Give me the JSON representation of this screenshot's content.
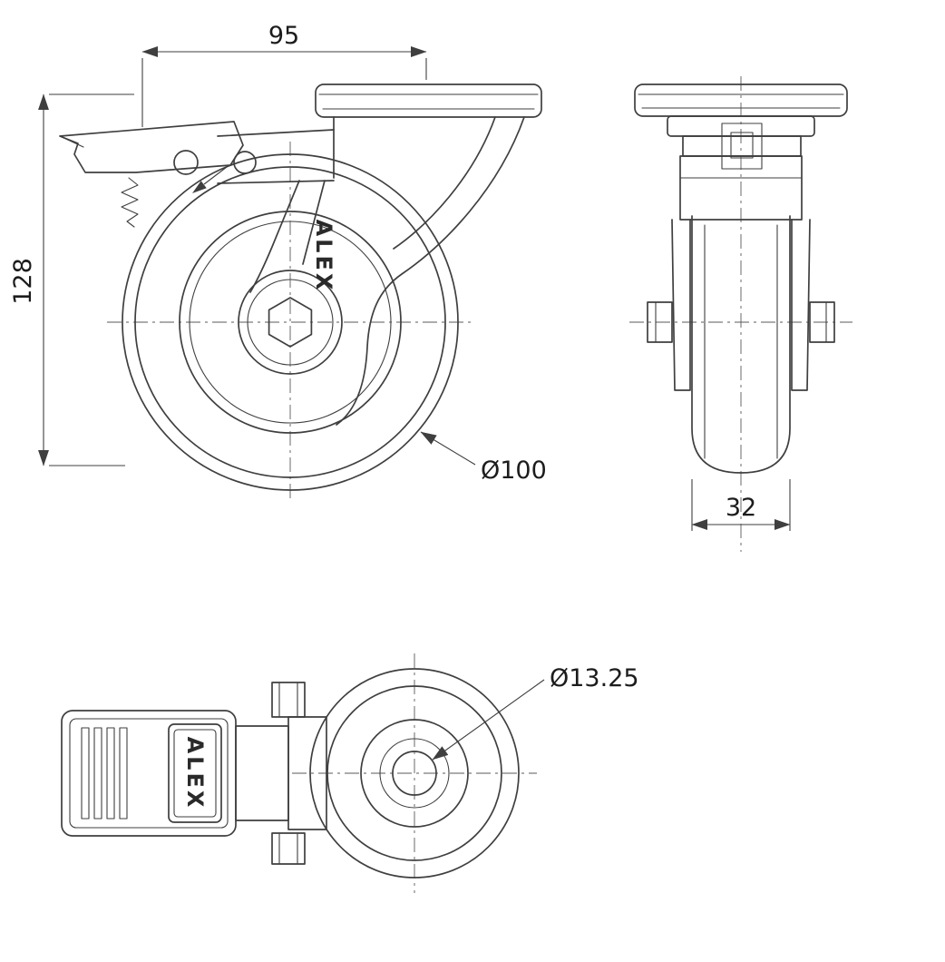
{
  "drawing": {
    "kind": "caster-wheel-technical-drawing",
    "colors": {
      "line": "#3f3f3f",
      "center_line": "#5a5a5a",
      "text": "#1c1c1c",
      "background": "#ffffff"
    },
    "side_view": {
      "brand": "ALEX",
      "dim_top_width": "95",
      "dim_overall_height": "128",
      "dim_wheel_diameter": "Ø100"
    },
    "front_view": {
      "dim_wheel_width": "32"
    },
    "top_view": {
      "brand": "ALEX",
      "dim_bolt_hole": "Ø13.25"
    }
  }
}
